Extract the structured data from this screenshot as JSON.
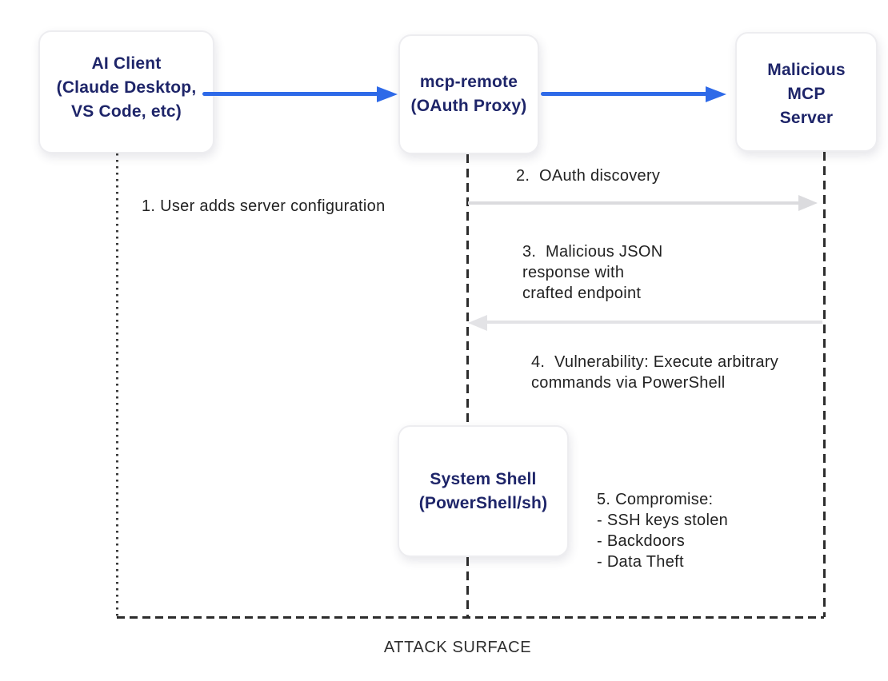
{
  "diagram": {
    "kind": "attack-flow-sequence-diagram",
    "footer_label": "ATTACK SURFACE"
  },
  "actors": {
    "ai_client": "AI Client\n(Claude Desktop,\nVS Code, etc)",
    "mcp_remote": "mcp-remote\n(OAuth Proxy)",
    "malicious_server": "Malicious\nMCP\nServer",
    "system_shell": "System Shell\n(PowerShell/sh)"
  },
  "messages": {
    "m1": "1. User adds server configuration",
    "m2": "2.  OAuth discovery",
    "m3": "3.  Malicious JSON\nresponse with\ncrafted endpoint",
    "m4": "4.  Vulnerability: Execute arbitrary\ncommands via PowerShell",
    "m5": "5. Compromise:\n- SSH keys stolen\n- Backdoors\n- Data Theft"
  },
  "colors": {
    "actor_text": "#1e2569",
    "blue_arrow": "#2e6ae8",
    "gray_arrow": "#dbdbde",
    "gray_arrow_light": "#e3e3e6",
    "message_text": "#222222",
    "lifeline": "#2c2c2c",
    "box_border": "#ededf0",
    "background": "#ffffff"
  }
}
